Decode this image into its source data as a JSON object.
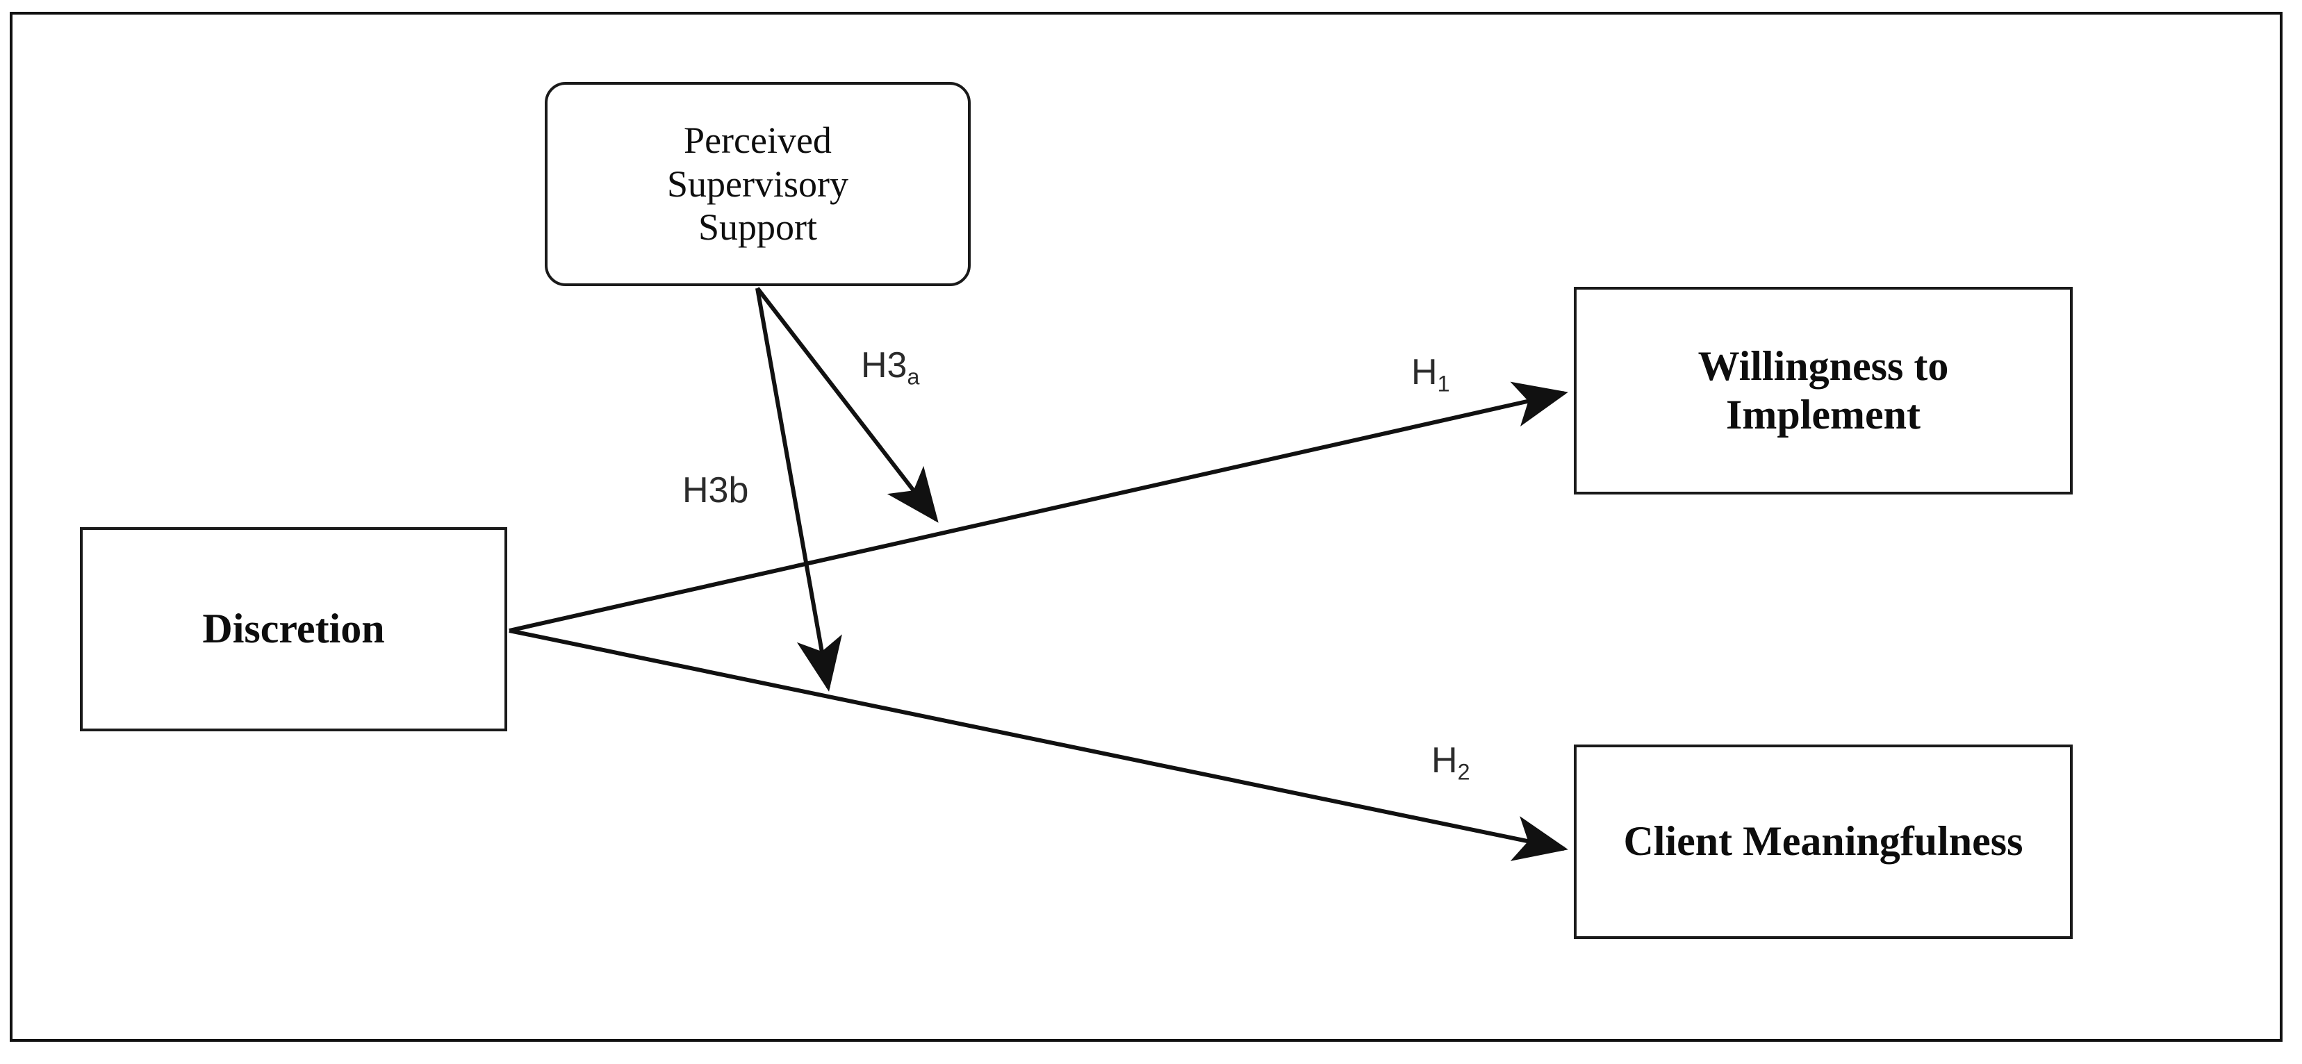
{
  "figure": {
    "type": "conceptual-model-diagram",
    "frame_color": "#111111",
    "line_color": "#1a1a1a",
    "background": "#ffffff"
  },
  "nodes": {
    "moderator": {
      "label": "Perceived\nSupervisory\nSupport",
      "shape": "rounded-rectangle",
      "emphasis": "regular"
    },
    "predictor": {
      "label": "Discretion",
      "shape": "rectangle",
      "emphasis": "bold"
    },
    "outcome_willingness": {
      "label": "Willingness to\nImplement",
      "shape": "rectangle",
      "emphasis": "bold"
    },
    "outcome_meaningfulness": {
      "label": "Client Meaningfulness",
      "shape": "rectangle",
      "emphasis": "bold"
    }
  },
  "paths": [
    {
      "id": "h1",
      "label_main": "H",
      "label_sub": "1",
      "from": "predictor",
      "to": "outcome_willingness",
      "arrowhead": "filled-triangle"
    },
    {
      "id": "h2",
      "label_main": "H",
      "label_sub": "2",
      "from": "predictor",
      "to": "outcome_meaningfulness",
      "arrowhead": "filled-triangle"
    },
    {
      "id": "h3a",
      "label_main": "H3",
      "label_sub": "a",
      "from": "moderator",
      "to": "h1-path",
      "arrowhead": "filled-triangle"
    },
    {
      "id": "h3b",
      "label_main": "H3b",
      "label_sub": "",
      "from": "moderator",
      "to": "h2-path",
      "arrowhead": "filled-triangle"
    }
  ]
}
